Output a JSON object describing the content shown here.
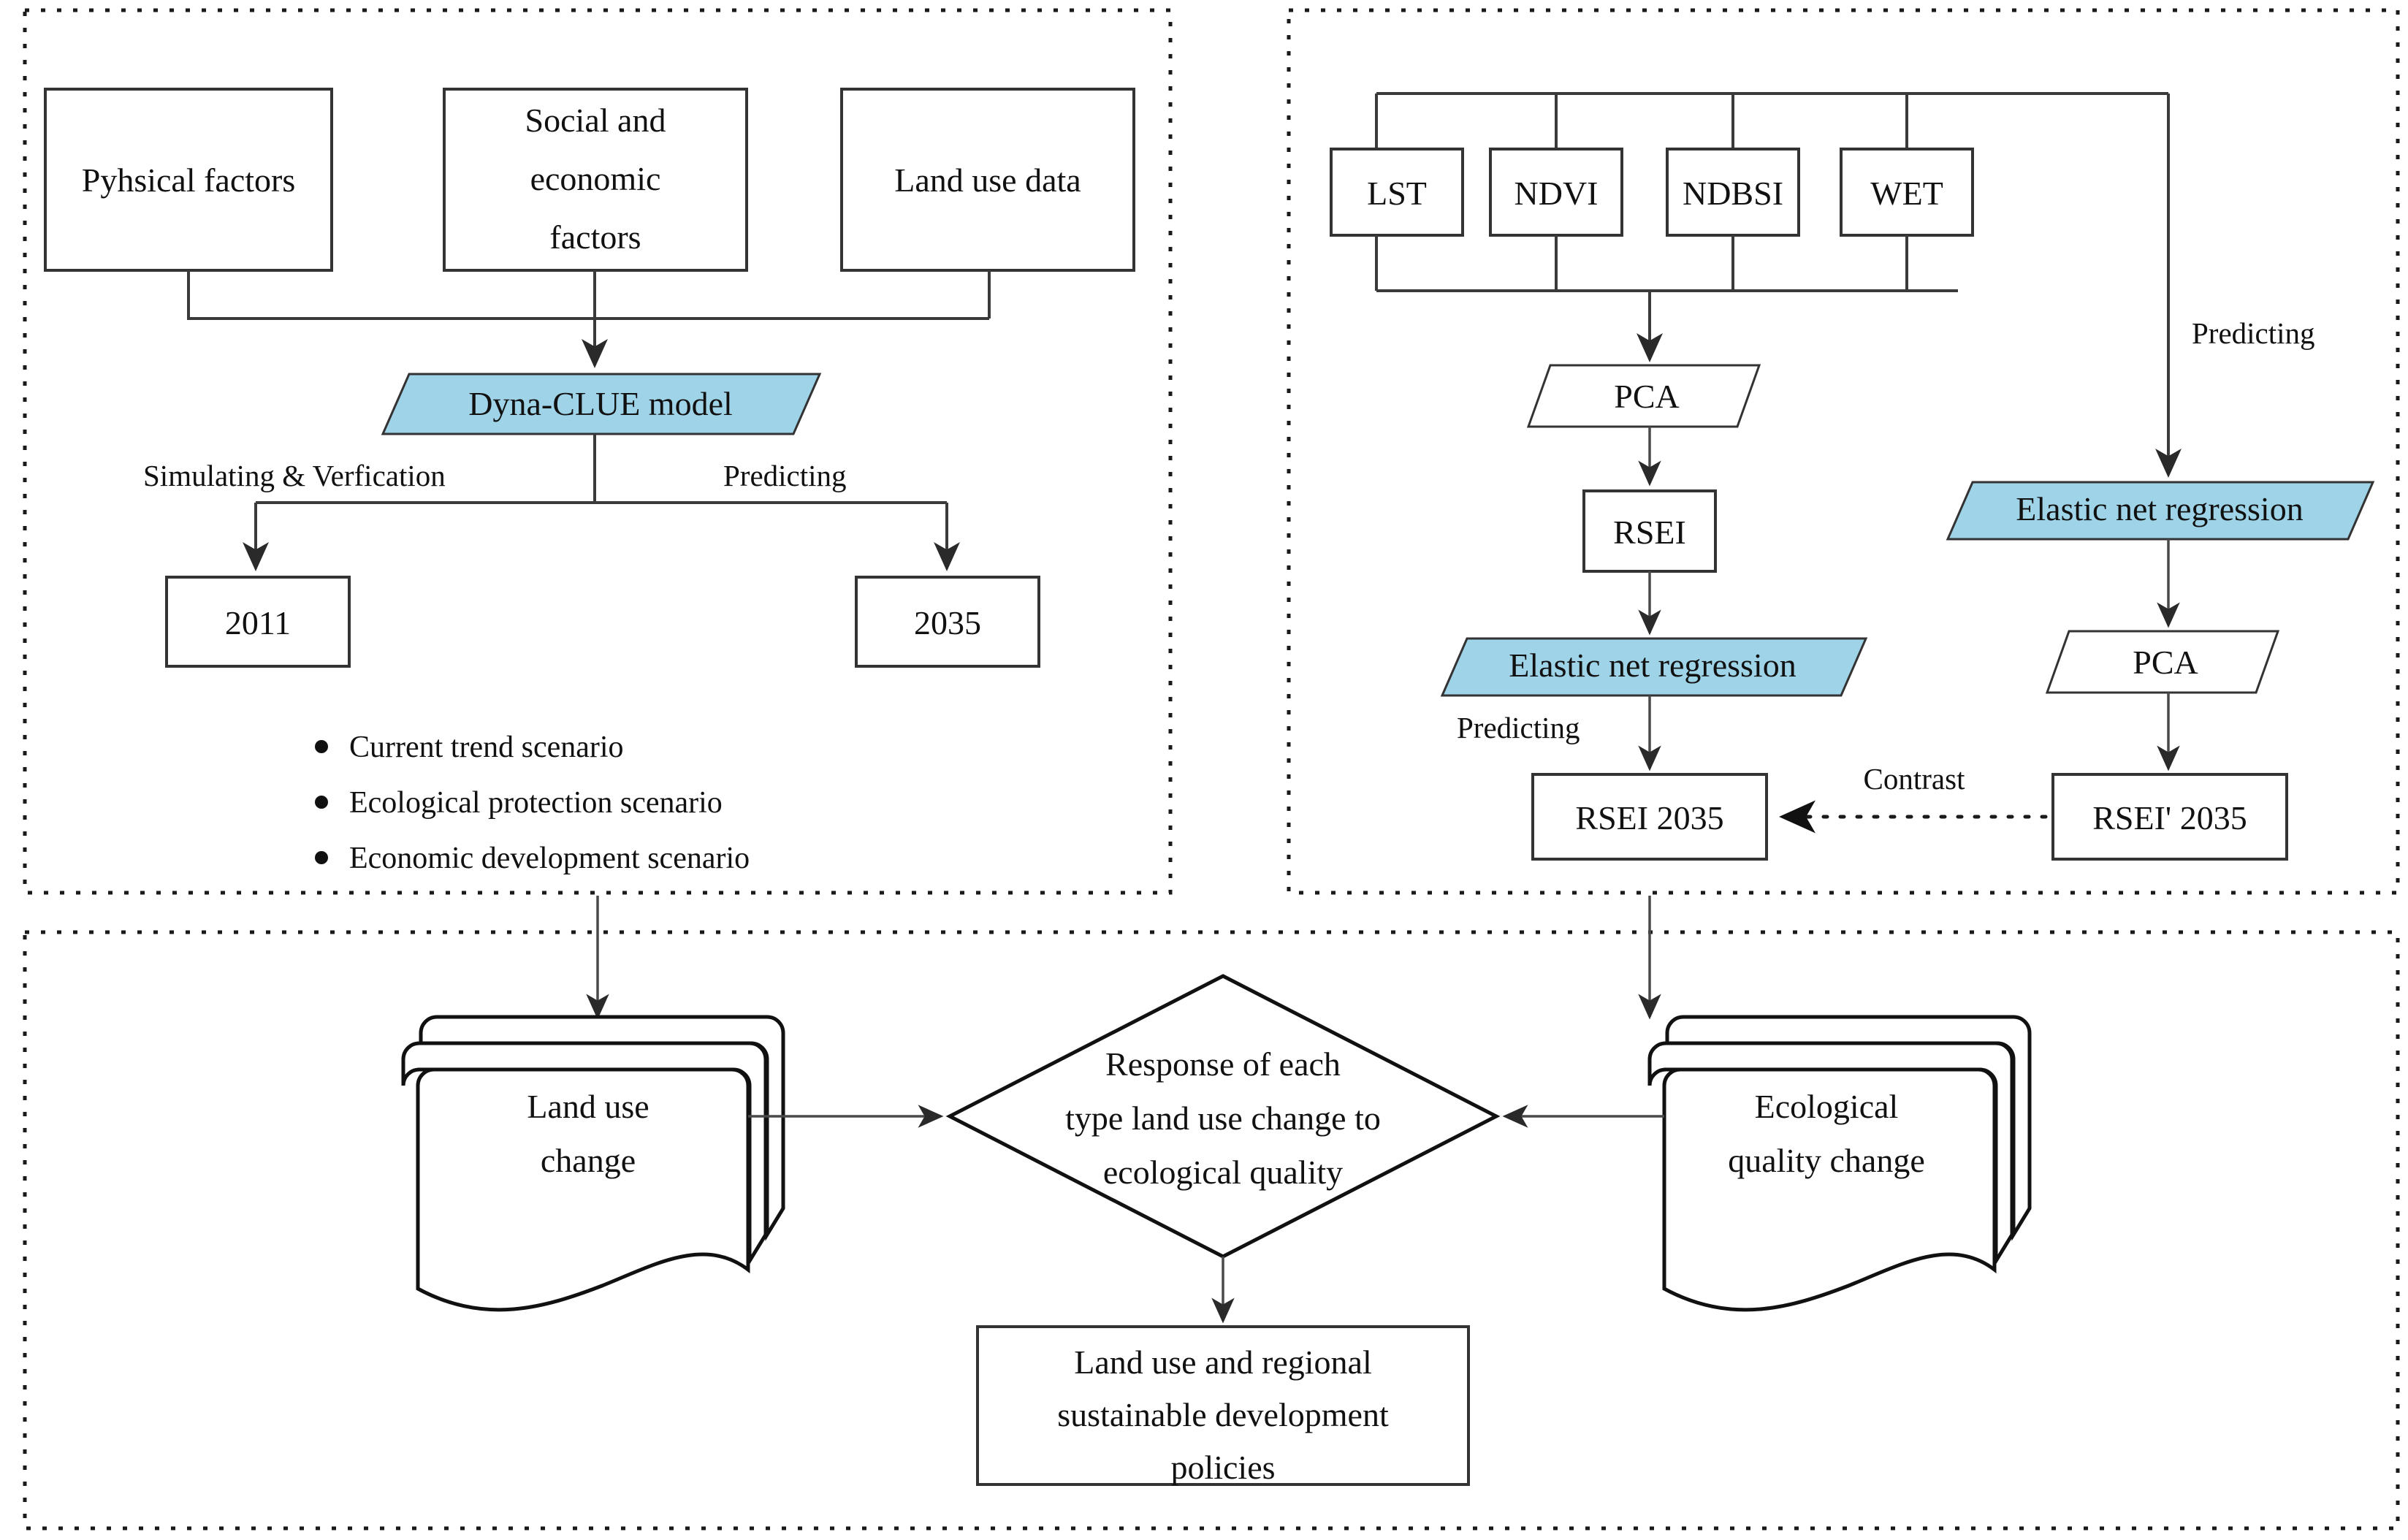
{
  "diagram": {
    "title": "Research framework flowchart",
    "colors": {
      "accent_blue": "#9ed3e8",
      "stroke": "#333333",
      "panel_border": "#1a1a1a",
      "background": "#ffffff"
    }
  },
  "panel_land_use": {
    "inputs": [
      {
        "label": "Pyhsical factors"
      },
      {
        "label": "Social and\neconomic\nfactors",
        "line1": "Social and",
        "line2": "economic",
        "line3": "factors"
      },
      {
        "label": "Land use data"
      }
    ],
    "model": {
      "label": "Dyna-CLUE model",
      "shape": "parallelogram",
      "color": "#9ed3e8"
    },
    "edge_labels": {
      "simulating": "Simulating & Verfication",
      "predicting": "Predicting"
    },
    "outputs": [
      {
        "label": "2011"
      },
      {
        "label": "2035"
      }
    ],
    "scenarios": [
      "Current trend scenario",
      "Ecological protection scenario",
      "Economic development scenario"
    ]
  },
  "panel_rsei": {
    "indices": [
      {
        "label": "LST"
      },
      {
        "label": "NDVI"
      },
      {
        "label": "NDBSI"
      },
      {
        "label": "WET"
      }
    ],
    "left_chain": [
      {
        "label": "PCA",
        "shape": "parallelogram"
      },
      {
        "label": "RSEI",
        "shape": "rect"
      },
      {
        "label": "Elastic net regression",
        "shape": "parallelogram",
        "color": "#9ed3e8"
      },
      {
        "label": "RSEI 2035",
        "shape": "rect"
      }
    ],
    "right_chain": [
      {
        "label": "Elastic net regression",
        "shape": "parallelogram",
        "color": "#9ed3e8"
      },
      {
        "label": "PCA",
        "shape": "parallelogram"
      },
      {
        "label": "RSEI' 2035",
        "shape": "rect"
      }
    ],
    "edge_labels": {
      "predicting_right": "Predicting",
      "predicting_left": "Predicting",
      "contrast": "Contrast"
    }
  },
  "panel_response": {
    "left_doc": {
      "line1": "Land use",
      "line2": "change"
    },
    "right_doc": {
      "line1": "Ecological",
      "line2": "quality change"
    },
    "decision": {
      "line1": "Response of each",
      "line2": "type land use change to",
      "line3": "ecological quality"
    },
    "outcome": {
      "line1": "Land use and regional",
      "line2": "sustainable development",
      "line3": "policies"
    }
  }
}
